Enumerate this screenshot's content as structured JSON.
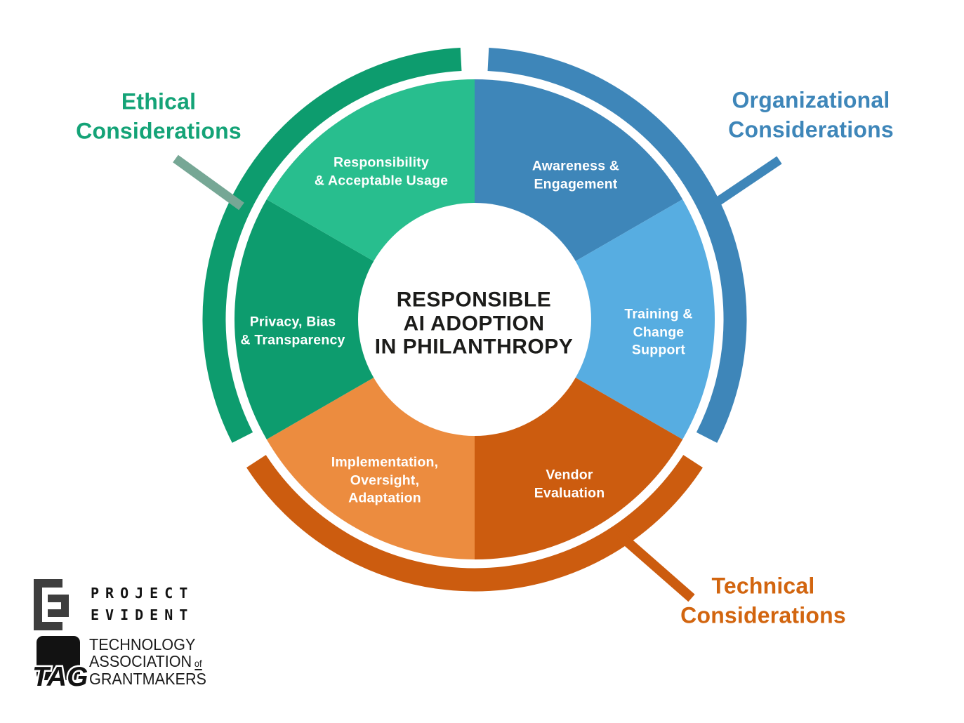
{
  "center": {
    "title": "RESPONSIBLE\nAI ADOPTION\nIN PHILANTHROPY"
  },
  "categories": {
    "ethical": {
      "label": "Ethical\nConsiderations",
      "color": "#14A377",
      "tick_color": "#76A795"
    },
    "organizational": {
      "label": "Organizational\nConsiderations",
      "color": "#3E86B9",
      "tick_color": "#3E86B9"
    },
    "technical": {
      "label": "Technical\nConsiderations",
      "color": "#D2650F",
      "tick_color": "#CC5C0F"
    }
  },
  "ring": {
    "ethical_arc_color": "#0D9C6E",
    "organizational_arc_color": "#3E86B9",
    "technical_arc_color": "#CC5C0F"
  },
  "segments": {
    "awareness": {
      "label": "Awareness &\nEngagement",
      "color": "#3E86B9"
    },
    "training": {
      "label": "Training &\nChange\nSupport",
      "color": "#57ADE1"
    },
    "vendor": {
      "label": "Vendor\nEvaluation",
      "color": "#CC5C0F"
    },
    "implementation": {
      "label": "Implementation,\nOversight,\nAdaptation",
      "color": "#EC8C3F"
    },
    "privacy": {
      "label": "Privacy, Bias\n& Transparency",
      "color": "#0D9C6E"
    },
    "responsibility": {
      "label": "Responsibility\n& Acceptable Usage",
      "color": "#28BE8E"
    }
  },
  "logos": {
    "project_evident": {
      "line1": "PROJECT",
      "line2": "EVIDENT",
      "mark_color": "#3E3E3E"
    },
    "tag": {
      "acronym": "TAG",
      "line1": "TECHNOLOGY",
      "line2": "ASSOCIATION",
      "line2_suffix": "of",
      "line3": "GRANTMAKERS",
      "mark_color": "#121212"
    }
  }
}
